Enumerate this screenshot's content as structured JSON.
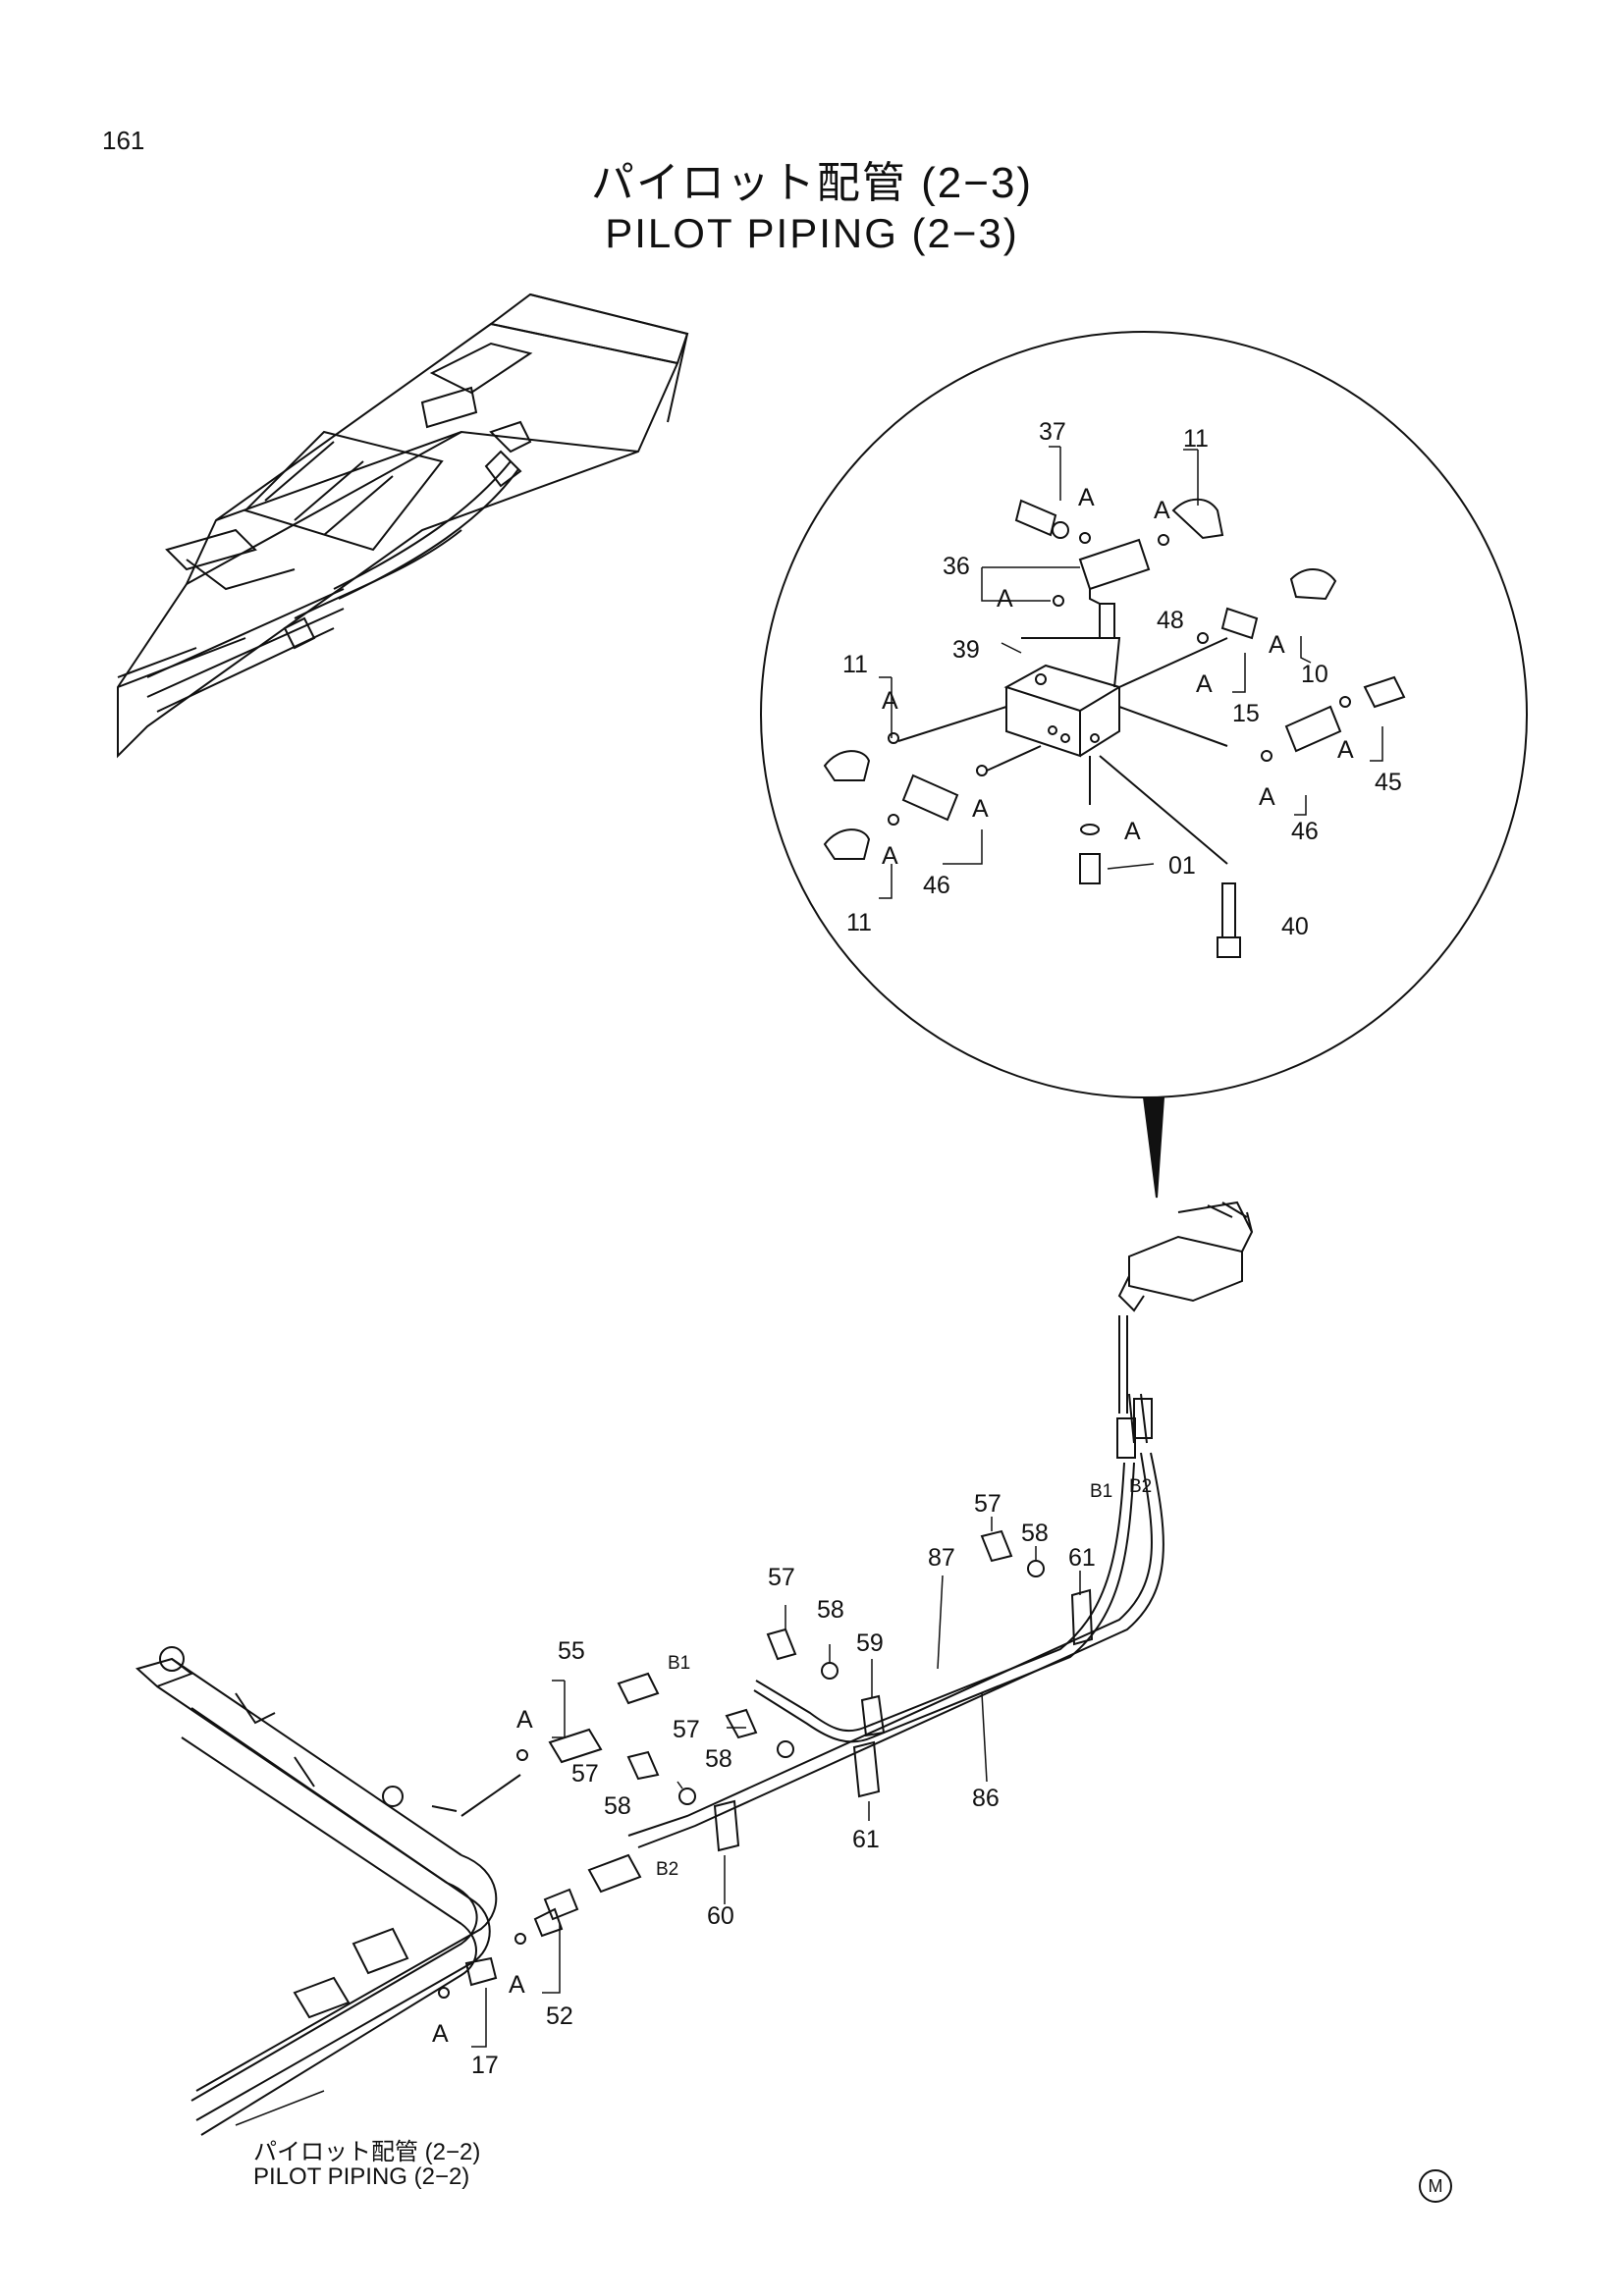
{
  "page": {
    "number": "161"
  },
  "title": {
    "japanese": "パイロット配管 (2−3)",
    "english": "PILOT PIPING (2−3)"
  },
  "cross_reference": {
    "japanese": "パイロット配管 (2−2)",
    "english": "PILOT PIPING (2−2)"
  },
  "detail_callouts": {
    "c37": "37",
    "c11a": "11",
    "c36": "36",
    "c48": "48",
    "c39": "39",
    "c15": "15",
    "c10": "10",
    "c11b": "11",
    "c45": "45",
    "c46a": "46",
    "c46b": "46",
    "c01": "01",
    "c40": "40",
    "c11c": "11"
  },
  "detail_markers": {
    "a1": "A",
    "a2": "A",
    "a3": "A",
    "a4": "A",
    "a5": "A",
    "a6": "A",
    "a7": "A",
    "a8": "A",
    "a9": "A",
    "a10": "A",
    "a11": "A"
  },
  "main_callouts": {
    "c57a": "57",
    "c58a": "58",
    "c61a": "61",
    "c87": "87",
    "c57b": "57",
    "c58b": "58",
    "c59": "59",
    "c55": "55",
    "c57c": "57",
    "c58c": "58",
    "c57d": "57",
    "c58d": "58",
    "c86": "86",
    "c61b": "61",
    "c60": "60",
    "c52": "52",
    "c17": "17"
  },
  "main_markers": {
    "a1": "A",
    "a2": "A",
    "a3": "A"
  },
  "hose_ends": {
    "b1_top": "B1",
    "b2_top": "B2",
    "b1_left": "B1",
    "b2_left": "B2"
  },
  "corner_mark": "M"
}
